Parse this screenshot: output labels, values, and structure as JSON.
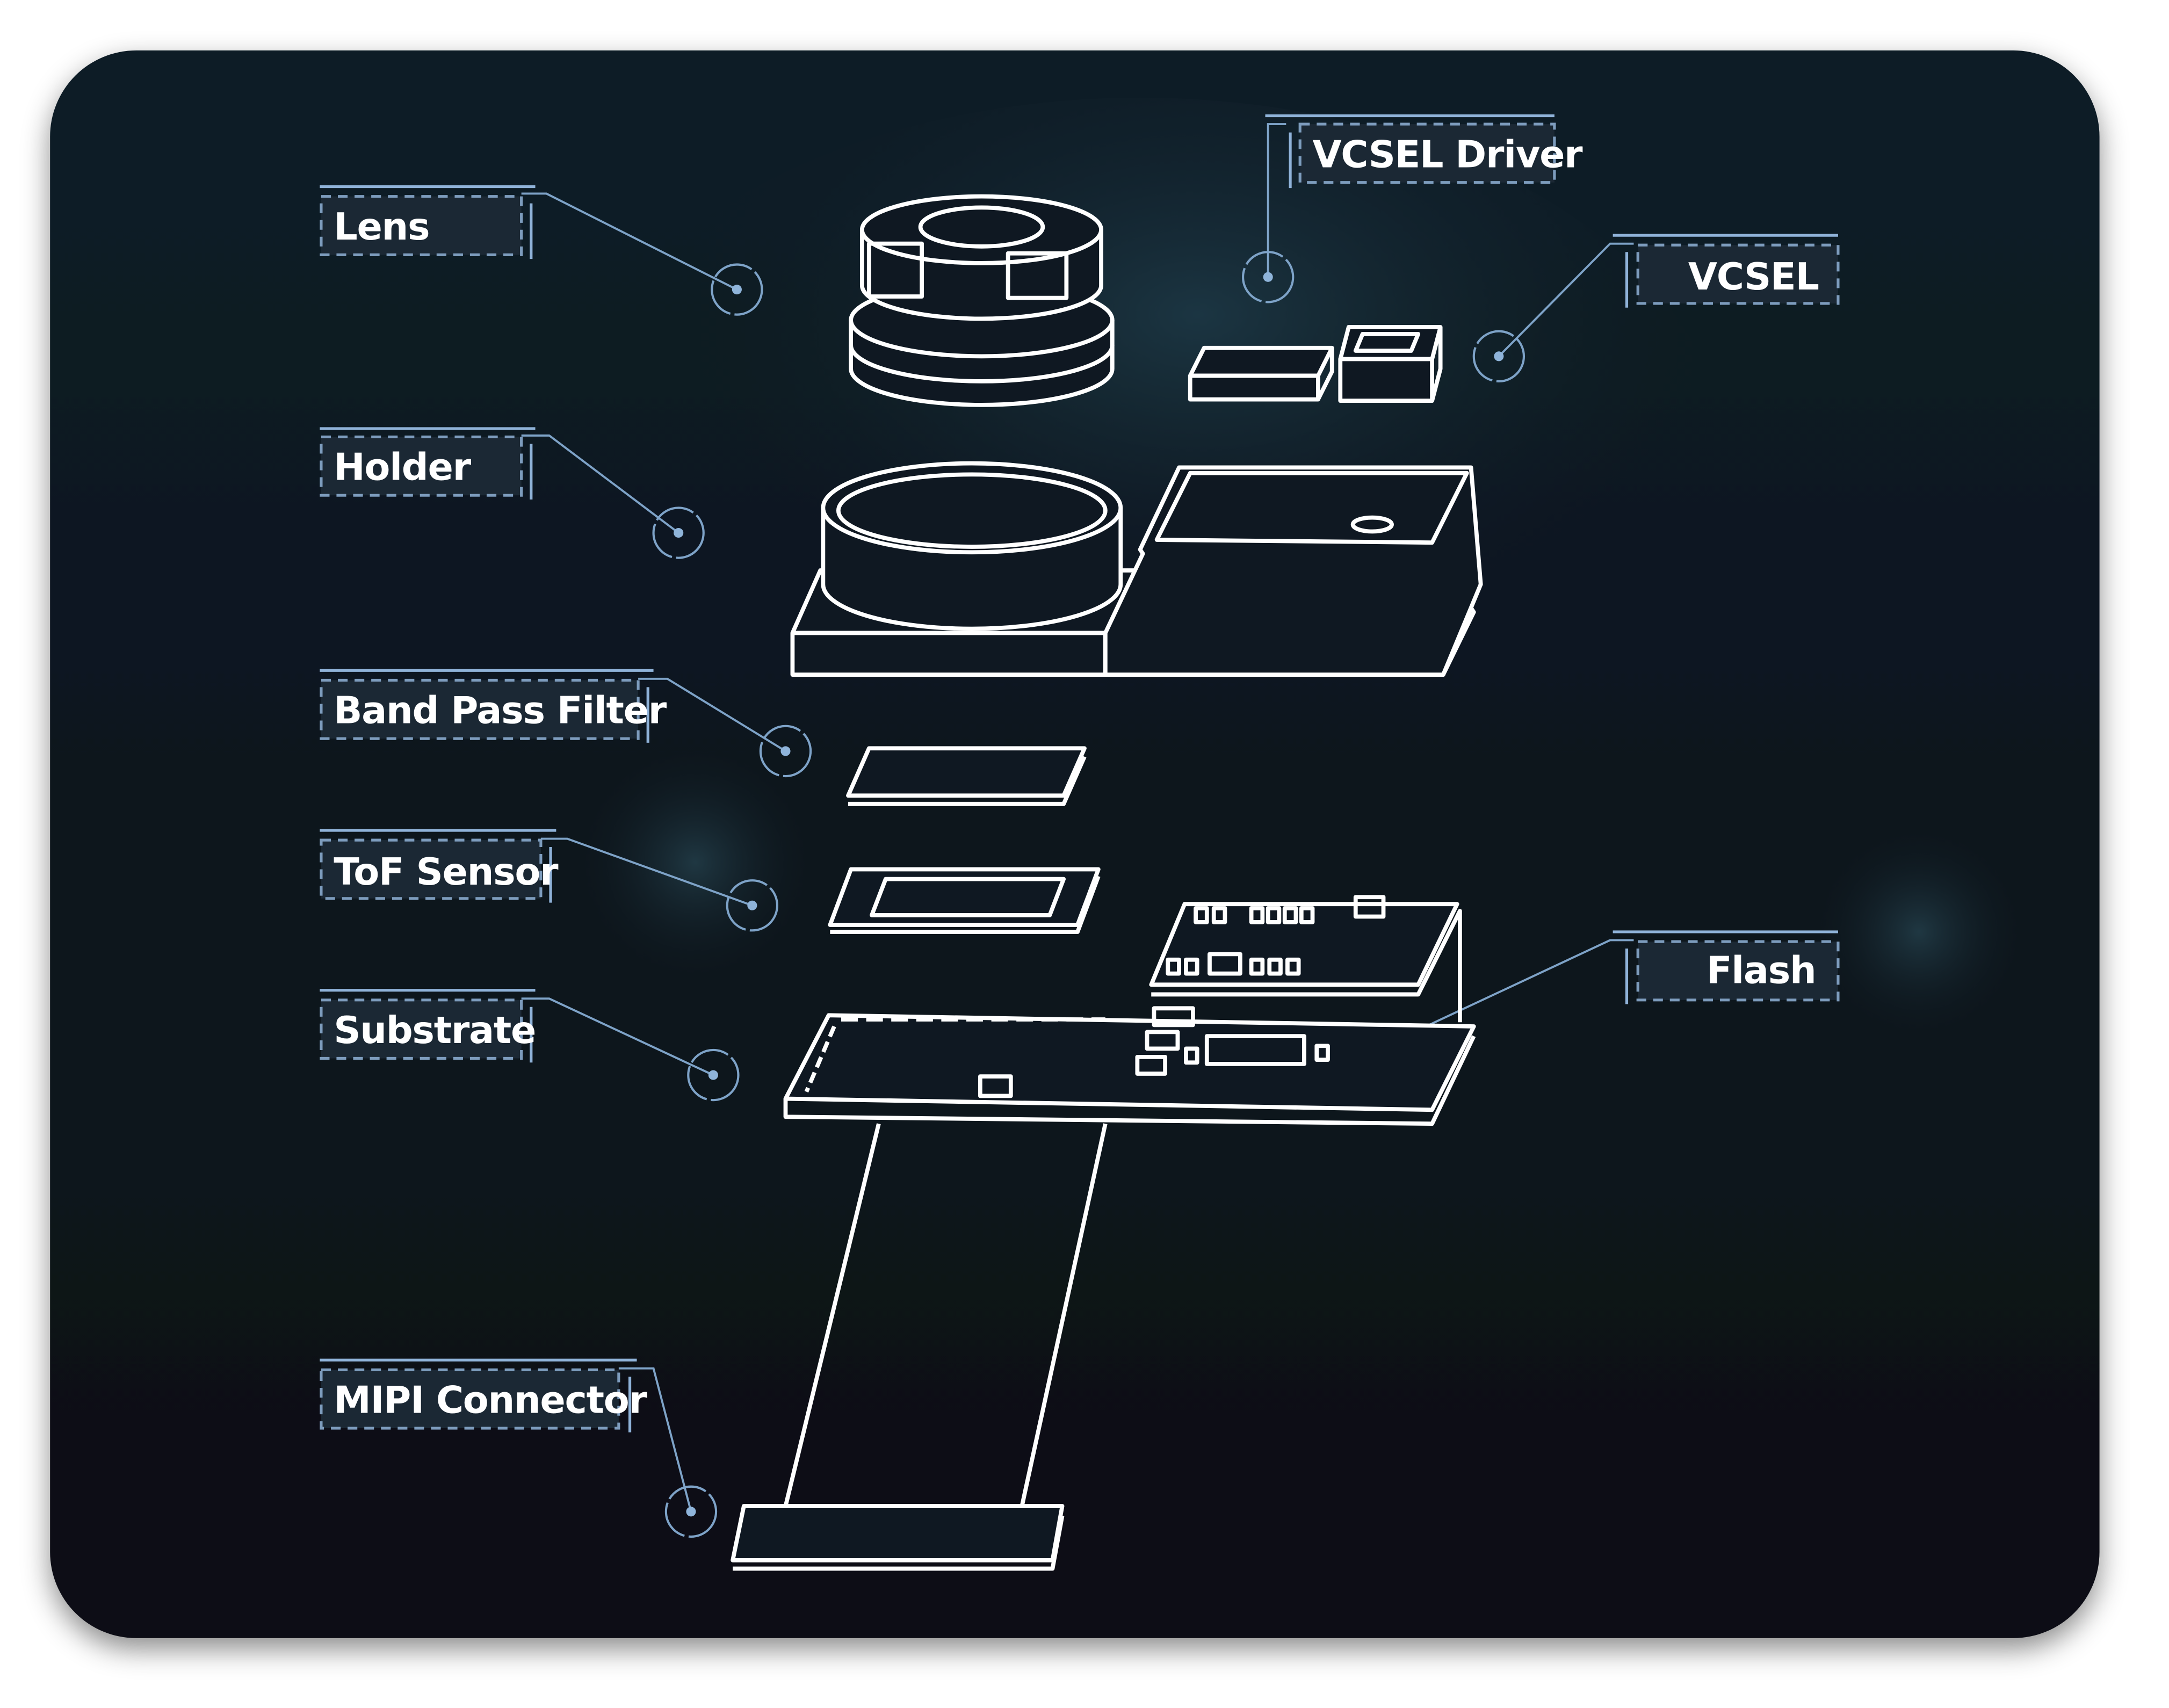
{
  "diagram": {
    "title_hidden": null,
    "labels": {
      "lens": "Lens",
      "holder": "Holder",
      "band_pass_filter": "Band Pass Filter",
      "tof_sensor": "ToF Sensor",
      "substrate": "Substrate",
      "mipi_connector": "MIPI Connector",
      "vcsel_driver": "VCSEL Driver",
      "vcsel": "VCSEL",
      "flash": "Flash"
    },
    "colors": {
      "background": "#0d141c",
      "accent": "#8fb2d8",
      "line_art": "#ffffff"
    }
  }
}
